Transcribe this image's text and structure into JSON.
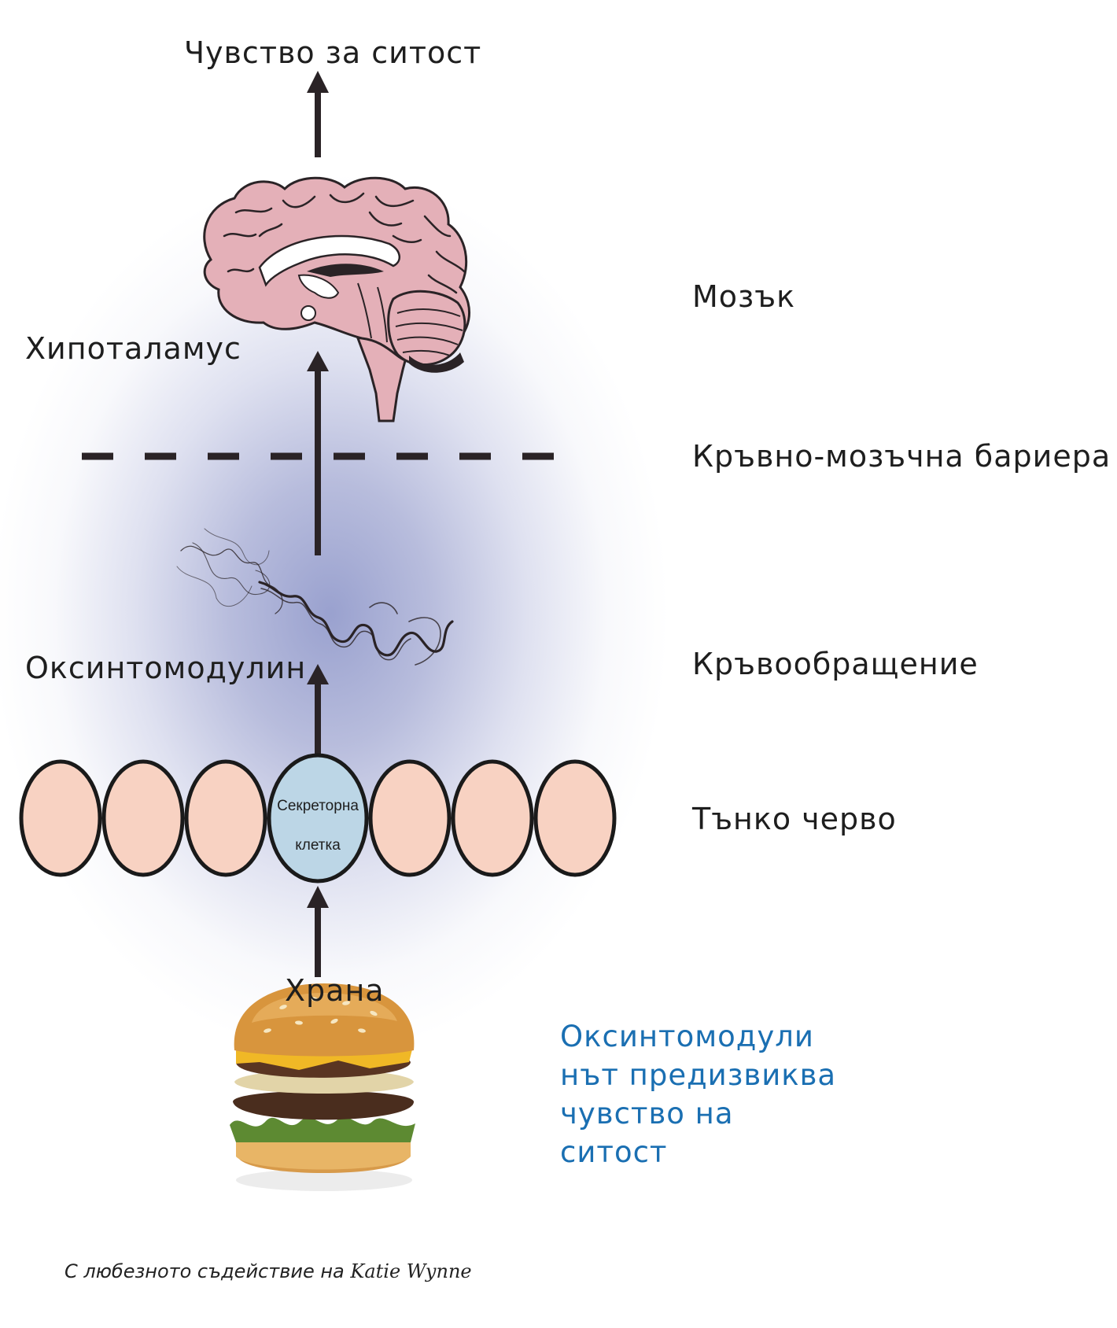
{
  "diagram": {
    "top_label": "Чувство за ситост",
    "brain_label": "Мозък",
    "hypothalamus_label": "Хипоталамус",
    "barrier_label": "Кръвно-мозъчна бариера",
    "circulation_label": "Кръвообращение",
    "hormone_label": "Оксинтомодулин",
    "intestine_label": "Тънко черво",
    "secretory_cell_line1": "Секреторна",
    "secretory_cell_line2": "клетка",
    "food_label": "Храна",
    "summary_lines": [
      "Оксинтомодули",
      "нът предизвиква",
      "чувство на",
      "ситост"
    ],
    "credit_prefix": "С любезното съдействие на",
    "credit_name": "Katie Wynne"
  },
  "colors": {
    "glow": "#959cc9",
    "brain": "#e4b0b8",
    "intestine_cell": "#f8d2c2",
    "secretory_cell": "#bcd6e6",
    "note_text": "#1a6fb2",
    "arrow": "#2a2326"
  }
}
